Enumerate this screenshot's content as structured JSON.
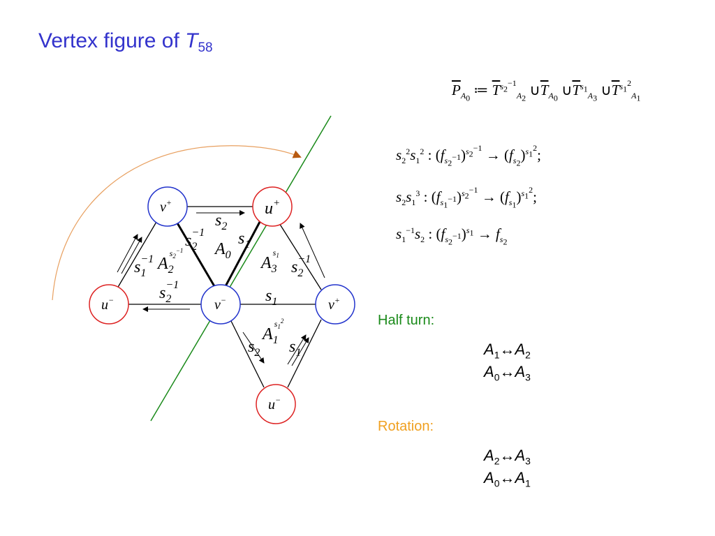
{
  "title": {
    "text": "Vertex figure of ",
    "symbol": "T",
    "subscript": "58"
  },
  "colors": {
    "title": "#3333cc",
    "u_node": "#dd2222",
    "v_node": "#2233cc",
    "half_turn": "#1a8a1a",
    "rotation": "#f0a020",
    "line": "#1a8a1a",
    "arc": "#e8a060"
  },
  "nodes": [
    {
      "id": "v_top_left",
      "label": "v",
      "sign": "+"
    },
    {
      "id": "u_top_right",
      "label": "u",
      "sign": "+"
    },
    {
      "id": "u_left",
      "label": "u",
      "sign": "−"
    },
    {
      "id": "v_center",
      "label": "v",
      "sign": "−"
    },
    {
      "id": "v_right",
      "label": "v",
      "sign": "+"
    },
    {
      "id": "u_bottom",
      "label": "u",
      "sign": "−"
    }
  ],
  "edge_labels": {
    "s1": "s",
    "s2": "s",
    "sub1": "1",
    "sub2": "2",
    "inv": "−1"
  },
  "regions": {
    "A0": "A",
    "A0_sub": "0",
    "A3": "A",
    "A3_sub": "3",
    "A2": "A",
    "A2_sub": "2",
    "A1": "A",
    "A1_sub": "1"
  },
  "half_turn": {
    "label": "Half turn:",
    "pairs": [
      [
        "A",
        "1",
        "A",
        "2"
      ],
      [
        "A",
        "0",
        "A",
        "3"
      ]
    ]
  },
  "rotation": {
    "label": "Rotation:",
    "pairs": [
      [
        "A",
        "2",
        "A",
        "3"
      ],
      [
        "A",
        "0",
        "A",
        "1"
      ]
    ]
  },
  "arrow_sym": "↔"
}
